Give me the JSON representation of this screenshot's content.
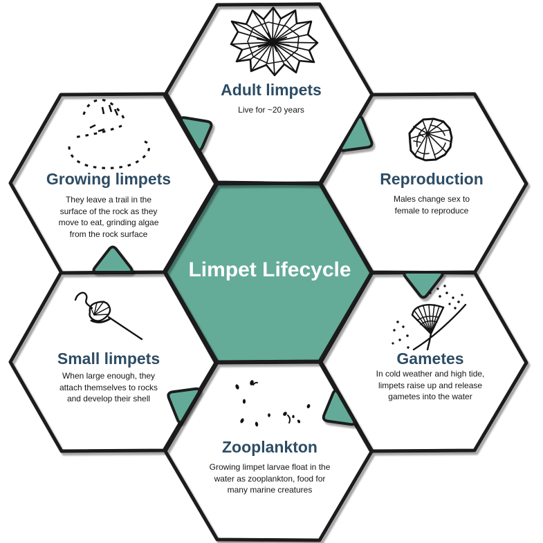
{
  "diagram": {
    "title": "Limpet Lifecycle",
    "stages": [
      {
        "name": "Adult limpets",
        "description": "Live for ~20 years",
        "icon": "adult-limpet-shell-icon"
      },
      {
        "name": "Reproduction",
        "description": "Males change sex to female to reproduce",
        "icon": "limpet-shell-top-icon"
      },
      {
        "name": "Gametes",
        "description": "In cold weather and high tide, limpets raise up and release gametes into the water",
        "icon": "limpet-releasing-gametes-icon"
      },
      {
        "name": "Zooplankton",
        "description": "Growing limpet larvae float in the water as zooplankton, food for many marine creatures",
        "icon": "zooplankton-larvae-icon"
      },
      {
        "name": "Small limpets",
        "description": "When large enough, they attach themselves to rocks and develop their shell",
        "icon": "small-limpet-on-rock-icon"
      },
      {
        "name": "Growing limpets",
        "description": "They leave a trail in the surface of the rock as they move to eat, grinding algae from the rock surface",
        "icon": "grazing-trail-icon"
      }
    ],
    "colors": {
      "accent_teal": "#64ab98",
      "title_blue": "#2d4c64",
      "outline": "#1a1a1a"
    }
  }
}
